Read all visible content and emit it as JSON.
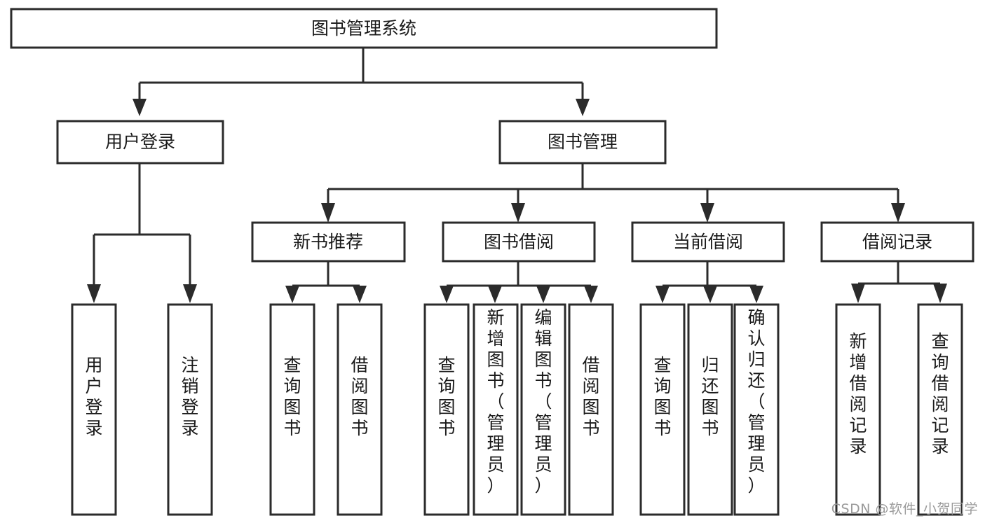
{
  "diagram": {
    "type": "hierarchy-tree",
    "title": "图书管理系统",
    "levels": 4,
    "colors": {
      "background": "#ffffff",
      "box_fill": "#ffffff",
      "box_stroke": "#2b2b2b",
      "connector": "#2b2b2b",
      "text": "#1a1a1a",
      "watermark": "#9a9a9a"
    },
    "root": {
      "label": "图书管理系统",
      "orientation": "horizontal"
    },
    "level2": [
      {
        "label": "用户登录",
        "orientation": "horizontal"
      },
      {
        "label": "图书管理",
        "orientation": "horizontal"
      }
    ],
    "level3": [
      {
        "label": "新书推荐",
        "orientation": "horizontal",
        "parent": "图书管理"
      },
      {
        "label": "图书借阅",
        "orientation": "horizontal",
        "parent": "图书管理"
      },
      {
        "label": "当前借阅",
        "orientation": "horizontal",
        "parent": "图书管理"
      },
      {
        "label": "借阅记录",
        "orientation": "horizontal",
        "parent": "图书管理"
      }
    ],
    "leaves": {
      "用户登录": [
        {
          "label": "用户登录",
          "chars": [
            "用",
            "户",
            "登",
            "录"
          ]
        },
        {
          "label": "注销登录",
          "chars": [
            "注",
            "销",
            "登",
            "录"
          ]
        }
      ],
      "新书推荐": [
        {
          "label": "查询图书",
          "chars": [
            "查",
            "询",
            "图",
            "书"
          ]
        },
        {
          "label": "借阅图书",
          "chars": [
            "借",
            "阅",
            "图",
            "书"
          ]
        }
      ],
      "图书借阅": [
        {
          "label": "查询图书",
          "chars": [
            "查",
            "询",
            "图",
            "书"
          ]
        },
        {
          "label": "新增图书（管理员）",
          "chars": [
            "新",
            "增",
            "图",
            "书",
            "（",
            "管",
            "理",
            "员",
            "）"
          ]
        },
        {
          "label": "编辑图书（管理员）",
          "chars": [
            "编",
            "辑",
            "图",
            "书",
            "（",
            "管",
            "理",
            "员",
            "）"
          ]
        },
        {
          "label": "借阅图书",
          "chars": [
            "借",
            "阅",
            "图",
            "书"
          ]
        }
      ],
      "当前借阅": [
        {
          "label": "查询图书",
          "chars": [
            "查",
            "询",
            "图",
            "书"
          ]
        },
        {
          "label": "归还图书",
          "chars": [
            "归",
            "还",
            "图",
            "书"
          ]
        },
        {
          "label": "确认归还（管理员）",
          "chars": [
            "确",
            "认",
            "归",
            "还",
            "（",
            "管",
            "理",
            "员",
            "）"
          ]
        }
      ],
      "借阅记录": [
        {
          "label": "新增借阅记录",
          "chars": [
            "新",
            "增",
            "借",
            "阅",
            "记",
            "录"
          ]
        },
        {
          "label": "查询借阅记录",
          "chars": [
            "查",
            "询",
            "借",
            "阅",
            "记",
            "录"
          ]
        }
      ]
    }
  },
  "watermark": {
    "text": "CSDN @软件_小贺同学"
  }
}
